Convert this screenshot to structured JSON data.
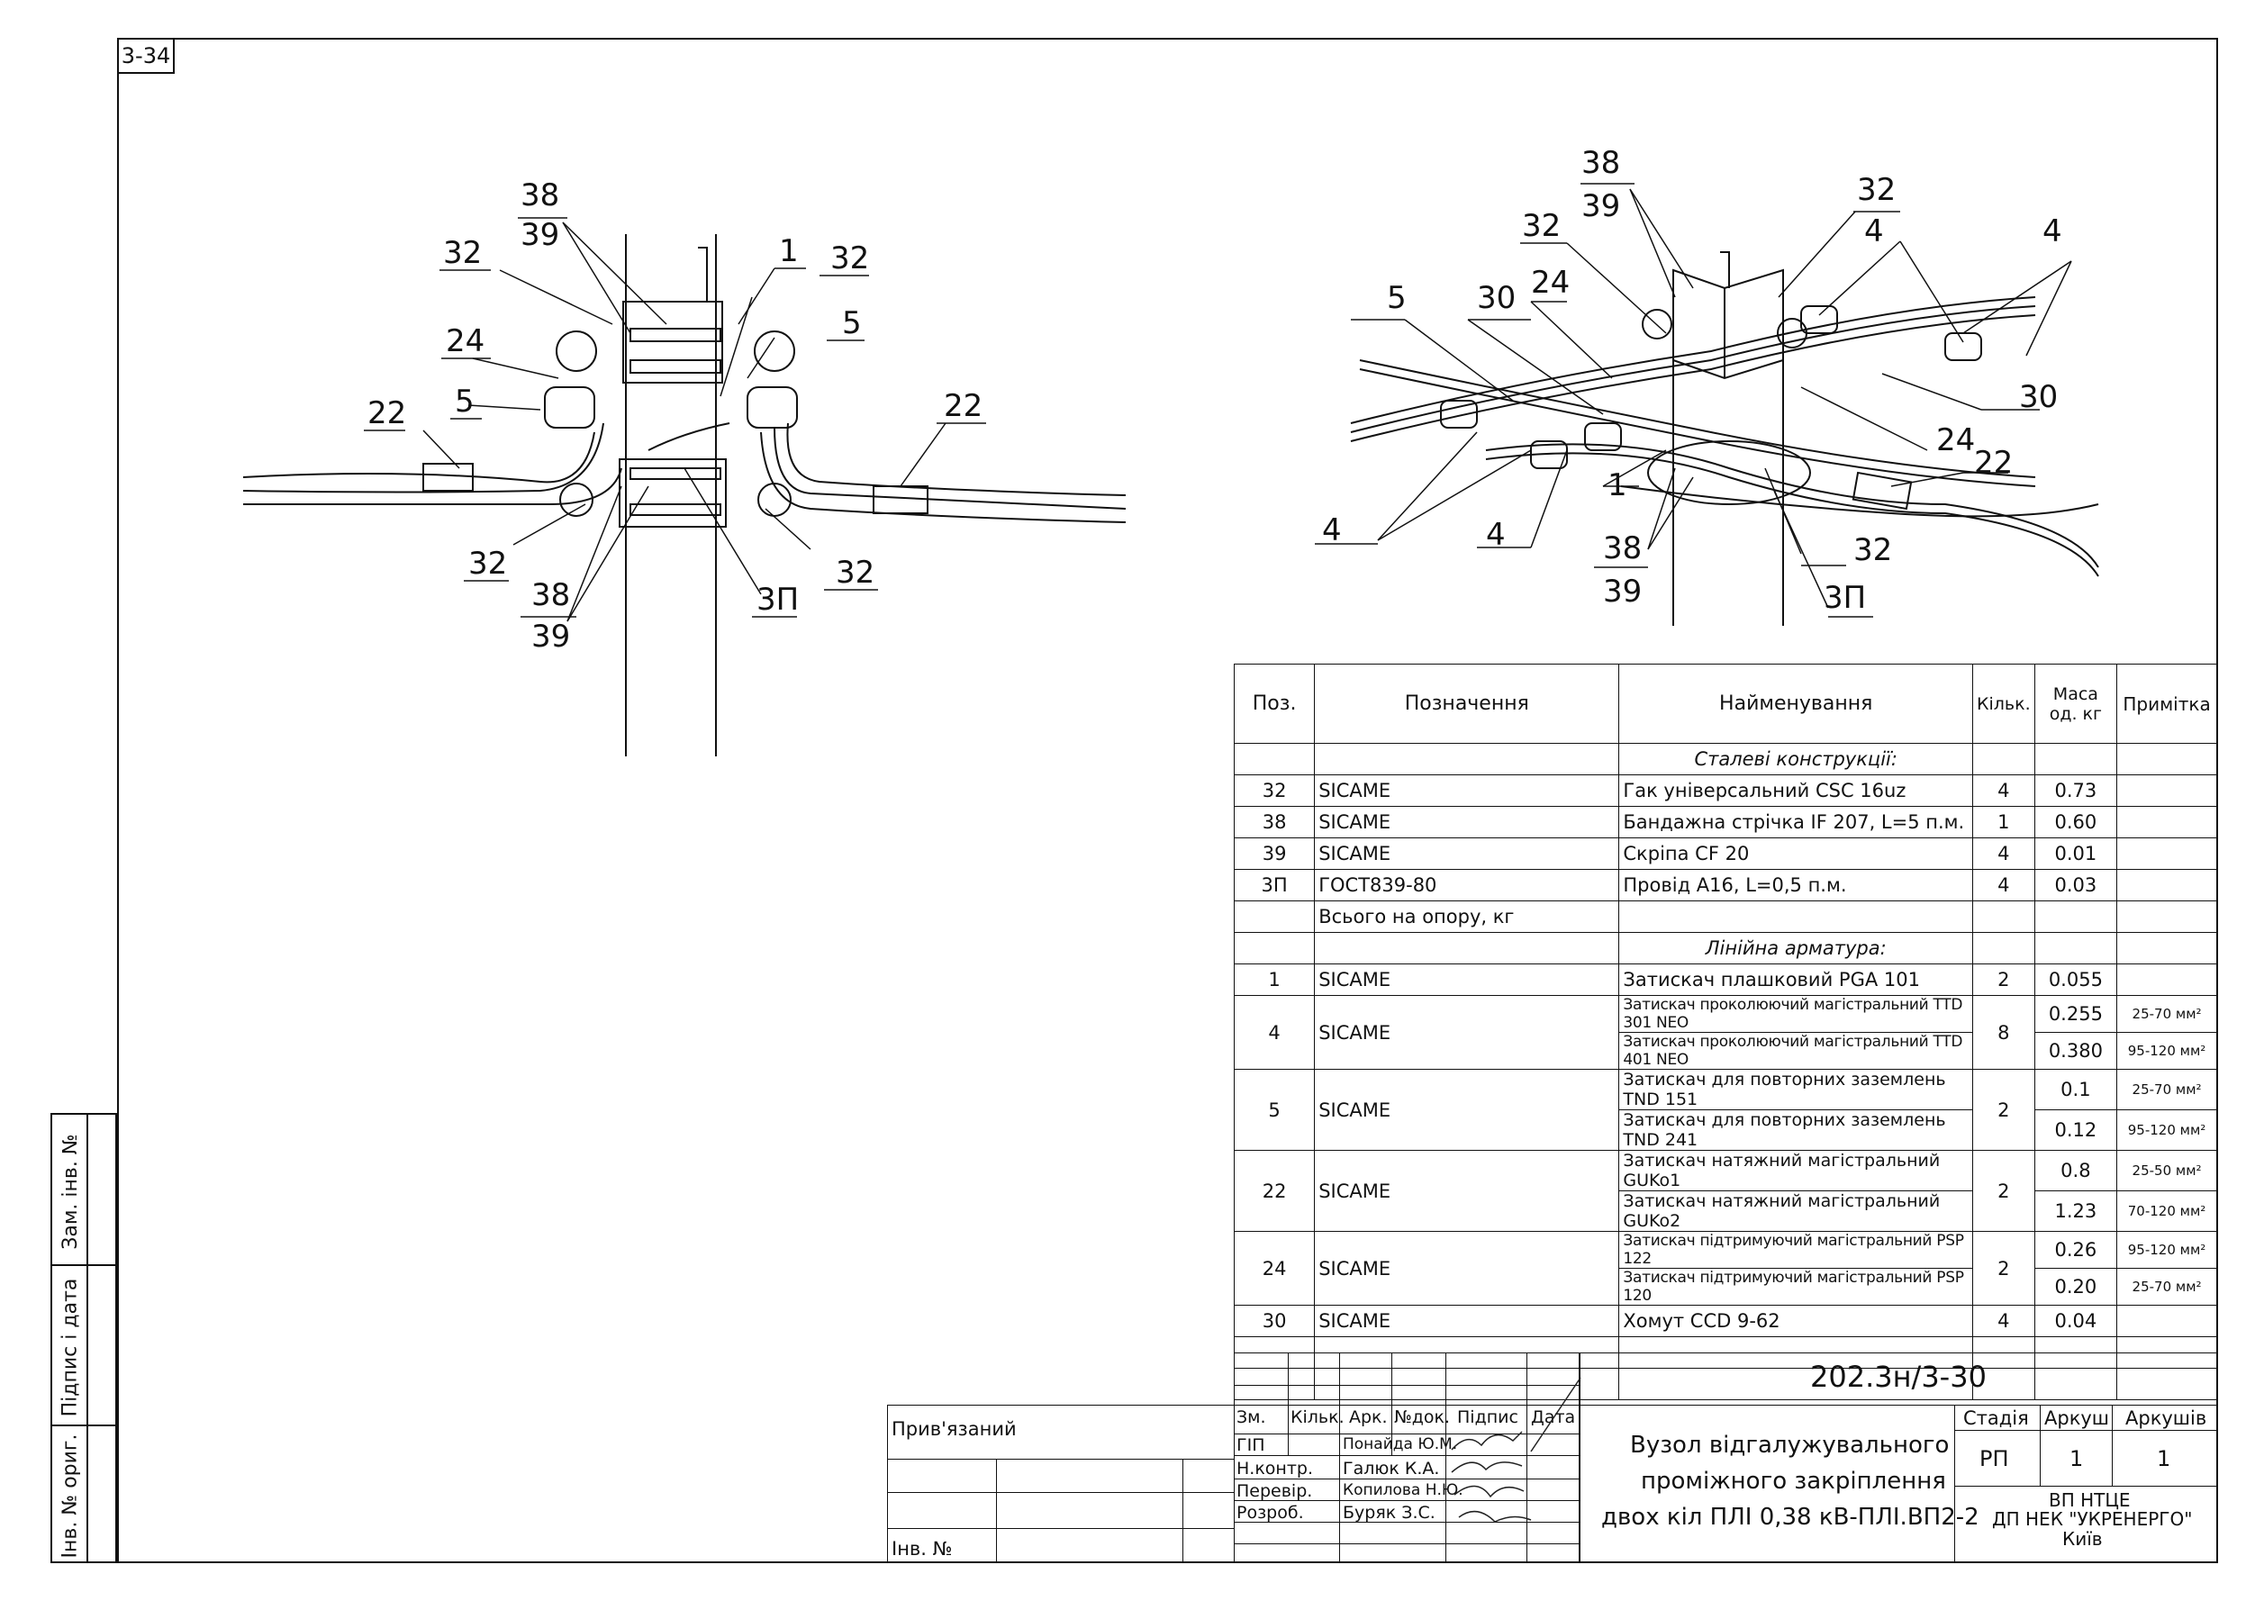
{
  "sheet_code": "3-34",
  "side_stamps": {
    "replaced_inv": "Зам. інв. №",
    "sign_date": "Підпис і дата",
    "orig_inv": "Інв. № ориг."
  },
  "callouts_left": {
    "a": "38",
    "b": "39",
    "c": "32",
    "d": "1",
    "e": "32",
    "f": "5",
    "g": "24",
    "h": "5",
    "i": "22",
    "j": "22",
    "k": "32",
    "l": "38",
    "m": "39",
    "n": "3П",
    "o": "32"
  },
  "callouts_right": {
    "a": "38",
    "b": "39",
    "c": "32",
    "d": "32",
    "e": "4",
    "f": "4",
    "g": "5",
    "h": "30",
    "i": "24",
    "j": "30",
    "k": "24",
    "l": "22",
    "m": "1",
    "n": "4",
    "o": "4",
    "p": "38",
    "q": "39",
    "r": "32",
    "s": "3П"
  },
  "spec_table": {
    "headers": {
      "pos": "Поз.",
      "designation": "Позначення",
      "name": "Найменування",
      "qty": "Кільк.",
      "mass": "Маса од. кг",
      "note": "Примітка"
    },
    "section1": "Сталеві конструкції:",
    "rows1": [
      {
        "pos": "32",
        "des": "SICAME",
        "name": "Гак універсальний CSC 16uz",
        "qty": "4",
        "mass": "0.73"
      },
      {
        "pos": "38",
        "des": "SICAME",
        "name": "Бандажна стрічка IF 207, L=5 п.м.",
        "qty": "1",
        "mass": "0.60"
      },
      {
        "pos": "39",
        "des": "SICAME",
        "name": "Скріпа CF 20",
        "qty": "4",
        "mass": "0.01"
      },
      {
        "pos": "3П",
        "des": "ГОСТ839-80",
        "name": "Провід А16, L=0,5 п.м.",
        "qty": "4",
        "mass": "0.03"
      }
    ],
    "total_label": "Всього на опору, кг",
    "section2": "Лінійна арматура:",
    "row_1": {
      "pos": "1",
      "des": "SICAME",
      "name": "Затискач плашковий PGA 101",
      "qty": "2",
      "mass": "0.055"
    },
    "row_4": {
      "pos": "4",
      "des": "SICAME",
      "qty": "8",
      "name1": "Затискач проколюючий магістральний TTD 301 NEO",
      "mass1": "0.255",
      "note1": "25-70 мм²",
      "name2": "Затискач проколюючий магістральний TTD 401 NEO",
      "mass2": "0.380",
      "note2": "95-120 мм²"
    },
    "row_5": {
      "pos": "5",
      "des": "SICAME",
      "qty": "2",
      "name1": "Затискач для повторних заземлень TND 151",
      "mass1": "0.1",
      "note1": "25-70 мм²",
      "name2": "Затискач для повторних заземлень TND 241",
      "mass2": "0.12",
      "note2": "95-120 мм²"
    },
    "row_22": {
      "pos": "22",
      "des": "SICAME",
      "qty": "2",
      "name1": "Затискач натяжний магістральний GUKo1",
      "mass1": "0.8",
      "note1": "25-50 мм²",
      "name2": "Затискач натяжний магістральний GUKo2",
      "mass2": "1.23",
      "note2": "70-120 мм²"
    },
    "row_24": {
      "pos": "24",
      "des": "SICAME",
      "qty": "2",
      "name1": "Затискач підтримуючий магістральний PSP 122",
      "mass1": "0.26",
      "note1": "95-120 мм²",
      "name2": "Затискач підтримуючий магістральний PSP 120",
      "mass2": "0.20",
      "note2": "25-70 мм²"
    },
    "row_30": {
      "pos": "30",
      "des": "SICAME",
      "name": "Хомут CCD 9-62",
      "qty": "4",
      "mass": "0.04"
    }
  },
  "title_block": {
    "doc_code": "202.3н/3-30",
    "tied": "Прив'язаний",
    "inv_no": "Інв. №",
    "col_headers": {
      "zm": "Зм.",
      "qty": "Кільк.",
      "sheet": "Арк.",
      "doc": "№док.",
      "sign": "Підпис",
      "date": "Дата"
    },
    "roles": [
      {
        "role": "ГІП",
        "name": "Понайда Ю.М."
      },
      {
        "role": "Н.контр.",
        "name": "Галюк К.А."
      },
      {
        "role": "Перевір.",
        "name": "Копилова Н.Ю."
      },
      {
        "role": "Розроб.",
        "name": "Буряк З.С."
      }
    ],
    "title_line1": "Вузол відгалужувального",
    "title_line2": "проміжного закріплення",
    "title_line3": "двох кіл ПЛІ 0,38 кВ-ПЛІ.ВП2-2",
    "stage_label": "Стадія",
    "sheet_label": "Аркуш",
    "sheets_label": "Аркушів",
    "stage": "РП",
    "sheet": "1",
    "sheets": "1",
    "org1": "ВП НТЦЕ",
    "org2": "ДП НЕК \"УКРЕНЕРГО\"",
    "org3": "Київ"
  }
}
